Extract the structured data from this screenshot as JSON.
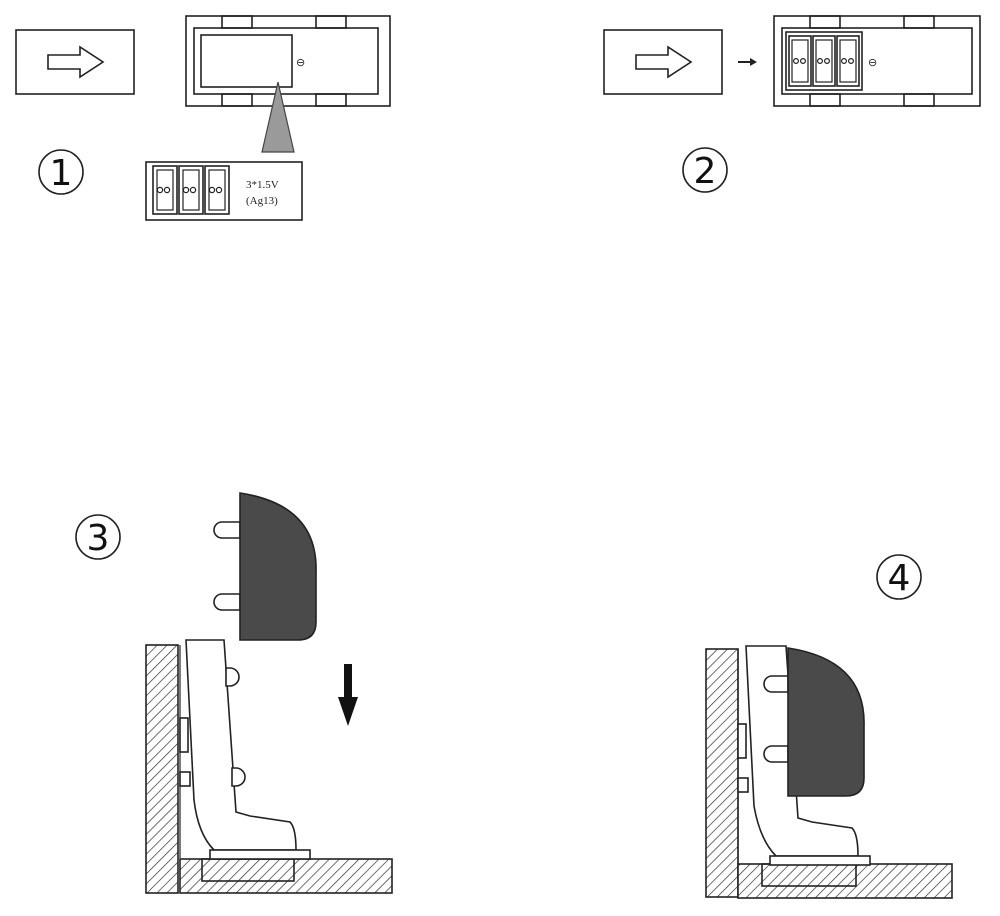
{
  "steps": [
    {
      "number": "1"
    },
    {
      "number": "2"
    },
    {
      "number": "3"
    },
    {
      "number": "4"
    }
  ],
  "battery": {
    "spec_line1": "3*1.5V",
    "spec_line2": "(Ag13)"
  },
  "symbols": {
    "terminal": "⊖"
  },
  "icons": [
    "right-arrow-icon",
    "down-arrow-icon",
    "small-right-arrow-icon",
    "battery-icon"
  ]
}
